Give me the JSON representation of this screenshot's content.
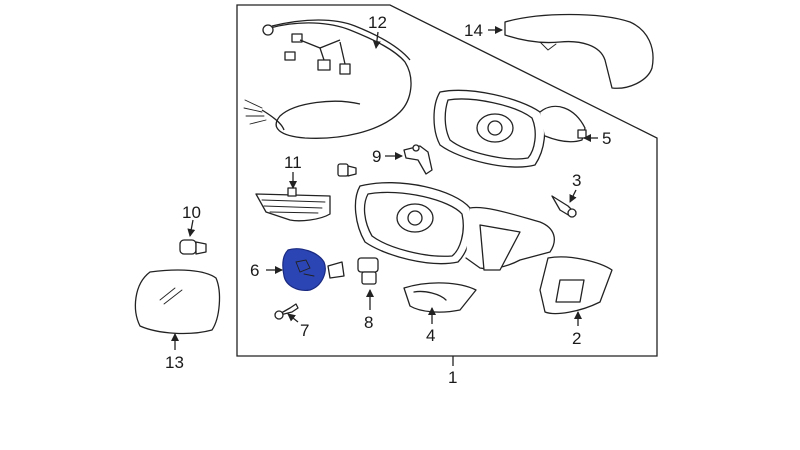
{
  "diagram": {
    "callouts": [
      {
        "id": "1",
        "text": "1"
      },
      {
        "id": "2",
        "text": "2"
      },
      {
        "id": "3",
        "text": "3"
      },
      {
        "id": "4",
        "text": "4"
      },
      {
        "id": "5",
        "text": "5"
      },
      {
        "id": "6",
        "text": "6"
      },
      {
        "id": "7",
        "text": "7"
      },
      {
        "id": "8",
        "text": "8"
      },
      {
        "id": "9",
        "text": "9"
      },
      {
        "id": "10",
        "text": "10"
      },
      {
        "id": "11",
        "text": "11"
      },
      {
        "id": "12",
        "text": "12"
      },
      {
        "id": "13",
        "text": "13"
      },
      {
        "id": "14",
        "text": "14"
      }
    ],
    "highlight_color": "#2b45b5",
    "line_color": "#222222"
  }
}
